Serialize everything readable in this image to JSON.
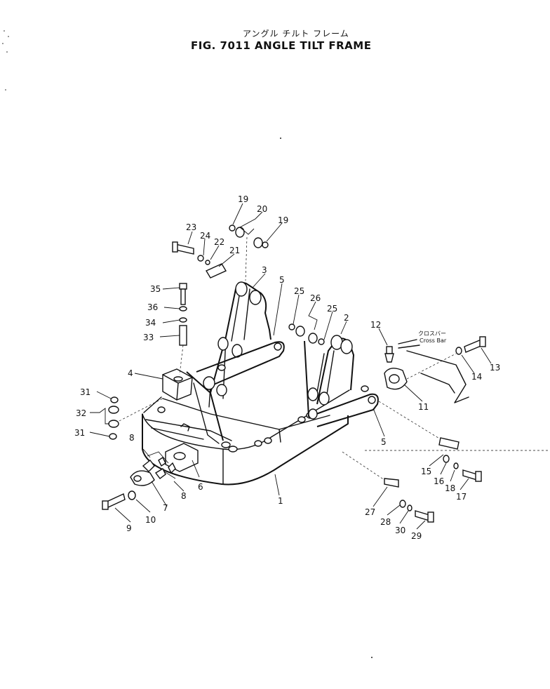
{
  "header": {
    "title_jp": "アングル チルト フレーム",
    "title_en": "FIG. 7011  ANGLE TILT FRAME"
  },
  "note": {
    "cross_bar_jp": "クロスバー",
    "cross_bar_en": "Cross Bar"
  },
  "callouts": [
    "1",
    "2",
    "3",
    "4",
    "5",
    "5",
    "6",
    "7",
    "8",
    "8",
    "9",
    "10",
    "11",
    "12",
    "13",
    "14",
    "15",
    "16",
    "17",
    "18",
    "19",
    "19",
    "20",
    "21",
    "22",
    "23",
    "24",
    "25",
    "25",
    "26",
    "27",
    "28",
    "29",
    "30",
    "31",
    "31",
    "32",
    "33",
    "34",
    "35",
    "36"
  ]
}
